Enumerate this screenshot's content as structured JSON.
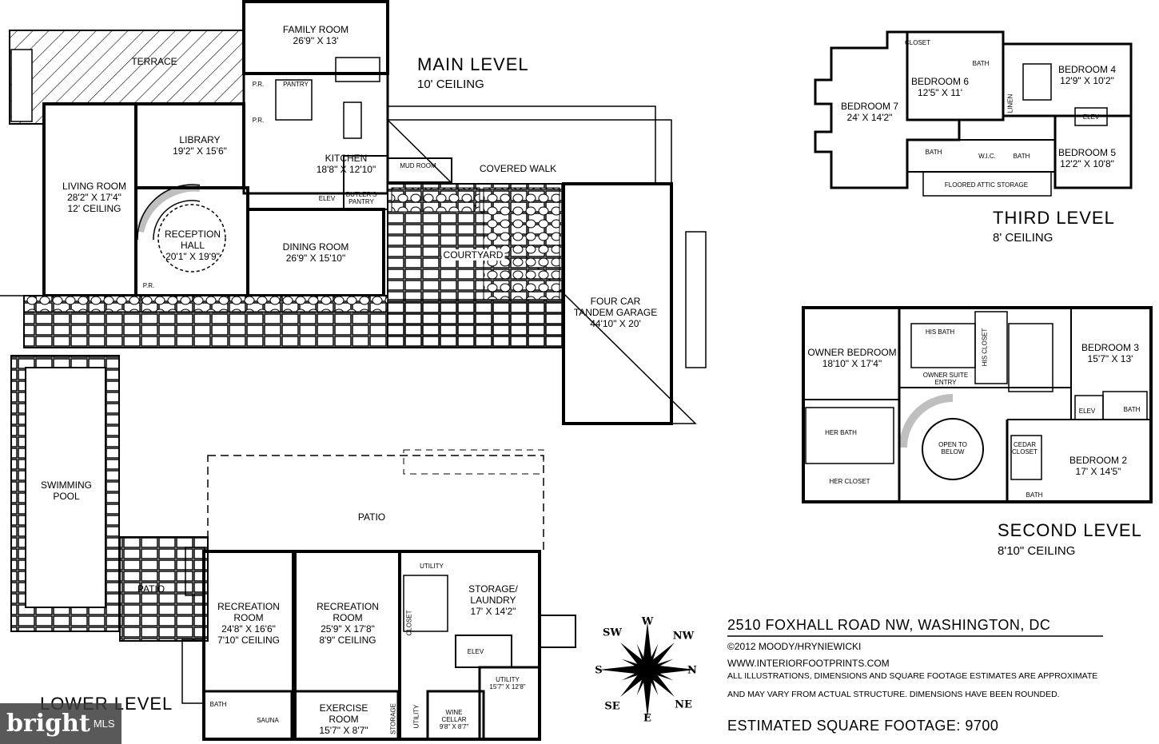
{
  "levels": {
    "main": {
      "title": "MAIN LEVEL",
      "ceiling": "10' CEILING"
    },
    "third": {
      "title": "THIRD LEVEL",
      "ceiling": "8' CEILING"
    },
    "second": {
      "title": "SECOND LEVEL",
      "ceiling": "8'10\" CEILING"
    },
    "lower": {
      "title": "LOWER LEVEL"
    }
  },
  "main_rooms": {
    "family": [
      "FAMILY ROOM",
      "26'9\" X 13'"
    ],
    "terrace": [
      "TERRACE"
    ],
    "library": [
      "LIBRARY",
      "19'2\" X 15'6\""
    ],
    "living": [
      "LIVING ROOM",
      "28'2\" X 17'4\"",
      "12' CEILING"
    ],
    "reception": [
      "RECEPTION",
      "HALL",
      "20'1\" X 19'9\""
    ],
    "kitchen": [
      "KITCHEN",
      "18'8\" X 12'10\""
    ],
    "mudroom": [
      "MUD ROOM"
    ],
    "covered_walk": [
      "COVERED WALK"
    ],
    "dining": [
      "DINING ROOM",
      "26'9\" X 15'10\""
    ],
    "courtyard": [
      "COURTYARD"
    ],
    "garage": [
      "FOUR CAR",
      "TANDEM GARAGE",
      "44'10\" X 20'"
    ],
    "elev": [
      "ELEV"
    ],
    "butlers": [
      "BUTLER'S",
      "PANTRY"
    ],
    "pantry": [
      "PANTRY"
    ],
    "pr1": [
      "P.R."
    ],
    "pr2": [
      "P.R."
    ],
    "pr3": [
      "P.R."
    ],
    "pool": [
      "SWIMMING",
      "POOL"
    ]
  },
  "third_rooms": {
    "bed7": [
      "BEDROOM 7",
      "24' X 14'2\""
    ],
    "bed6": [
      "BEDROOM 6",
      "12'5\" X 11'"
    ],
    "bed4": [
      "BEDROOM 4",
      "12'9\" X 10'2\""
    ],
    "bed5": [
      "BEDROOM 5",
      "12'2\" X 10'8\""
    ],
    "closet": [
      "CLOSET"
    ],
    "bath1": [
      "BATH"
    ],
    "bath2": [
      "BATH"
    ],
    "bath3": [
      "BATH"
    ],
    "wic": [
      "W.I.C."
    ],
    "linen": [
      "LINEN"
    ],
    "elev": [
      "ELEV"
    ],
    "attic": [
      "FLOORED ATTIC STORAGE"
    ]
  },
  "second_rooms": {
    "owner": [
      "OWNER BEDROOM",
      "18'10\" X 17'4\""
    ],
    "hisbath": [
      "HIS BATH"
    ],
    "hiscloset": [
      "HIS CLOSET"
    ],
    "suite": [
      "OWNER SUITE",
      "ENTRY"
    ],
    "bed3": [
      "BEDROOM 3",
      "15'7\" X 13'"
    ],
    "herbath": [
      "HER BATH"
    ],
    "hercloset": [
      "HER CLOSET"
    ],
    "open": [
      "OPEN TO",
      "BELOW"
    ],
    "cedar": [
      "CEDAR",
      "CLOSET"
    ],
    "bed2": [
      "BEDROOM 2",
      "17' X 14'5\""
    ],
    "elev": [
      "ELEV"
    ],
    "bath1": [
      "BATH"
    ],
    "bath2": [
      "BATH"
    ]
  },
  "lower_rooms": {
    "patio": [
      "PATIO"
    ],
    "patio2": [
      "PATIO"
    ],
    "rec1": [
      "RECREATION",
      "ROOM",
      "24'8\" X 16'6\"",
      "7'10\" CEILING"
    ],
    "rec2": [
      "RECREATION",
      "ROOM",
      "25'9\" X 17'8\"",
      "8'9\" CEILING"
    ],
    "storage": [
      "STORAGE/",
      "LAUNDRY",
      "17' X 14'2\""
    ],
    "utility": [
      "UTILITY"
    ],
    "elev": [
      "ELEV"
    ],
    "utility2": [
      "UTILITY",
      "15'7\" X 12'8\""
    ],
    "exercise": [
      "EXERCISE",
      "ROOM",
      "15'7\" X 8'7\""
    ],
    "wine": [
      "WINE",
      "CELLAR",
      "9'8\" X 8'7\""
    ],
    "bath": [
      "BATH"
    ],
    "sauna": [
      "SAUNA"
    ],
    "storage2": [
      "STORAGE"
    ],
    "utility3": [
      "UTILITY"
    ],
    "closet": [
      "CLOSET"
    ]
  },
  "info": {
    "address": "2510 FOXHALL ROAD NW, WASHINGTON, DC",
    "copyright": "©2012 MOODY/HRYNIEWICKI",
    "website": "WWW.INTERIORFOOTPRINTS.COM",
    "disclaimer1": "ALL ILLUSTRATIONS, DIMENSIONS AND SQUARE FOOTAGE ESTIMATES ARE APPROXIMATE",
    "disclaimer2": "AND MAY VARY FROM ACTUAL STRUCTURE. DIMENSIONS HAVE BEEN ROUNDED.",
    "sqft": "ESTIMATED SQUARE FOOTAGE: 9700"
  },
  "compass": {
    "n": "N",
    "s": "S",
    "e": "E",
    "w": "W",
    "ne": "NE",
    "nw": "NW",
    "se": "SE",
    "sw": "SW"
  },
  "brand": {
    "name": "bright",
    "suffix": "MLS"
  }
}
